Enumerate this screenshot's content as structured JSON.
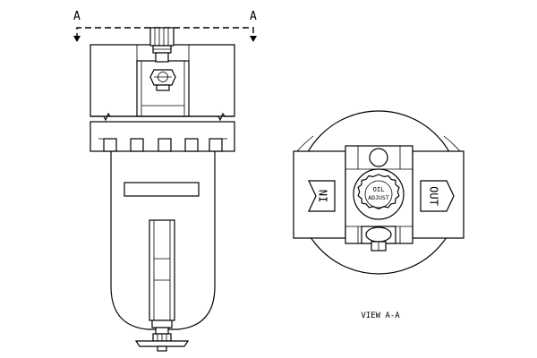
{
  "section_marker_left": "A",
  "section_marker_right": "A",
  "port_in_label": "IN",
  "port_out_label": "OUT",
  "adjust_label_line1": "OIL",
  "adjust_label_line2": "ADJUST",
  "view_caption": "VIEW A-A"
}
